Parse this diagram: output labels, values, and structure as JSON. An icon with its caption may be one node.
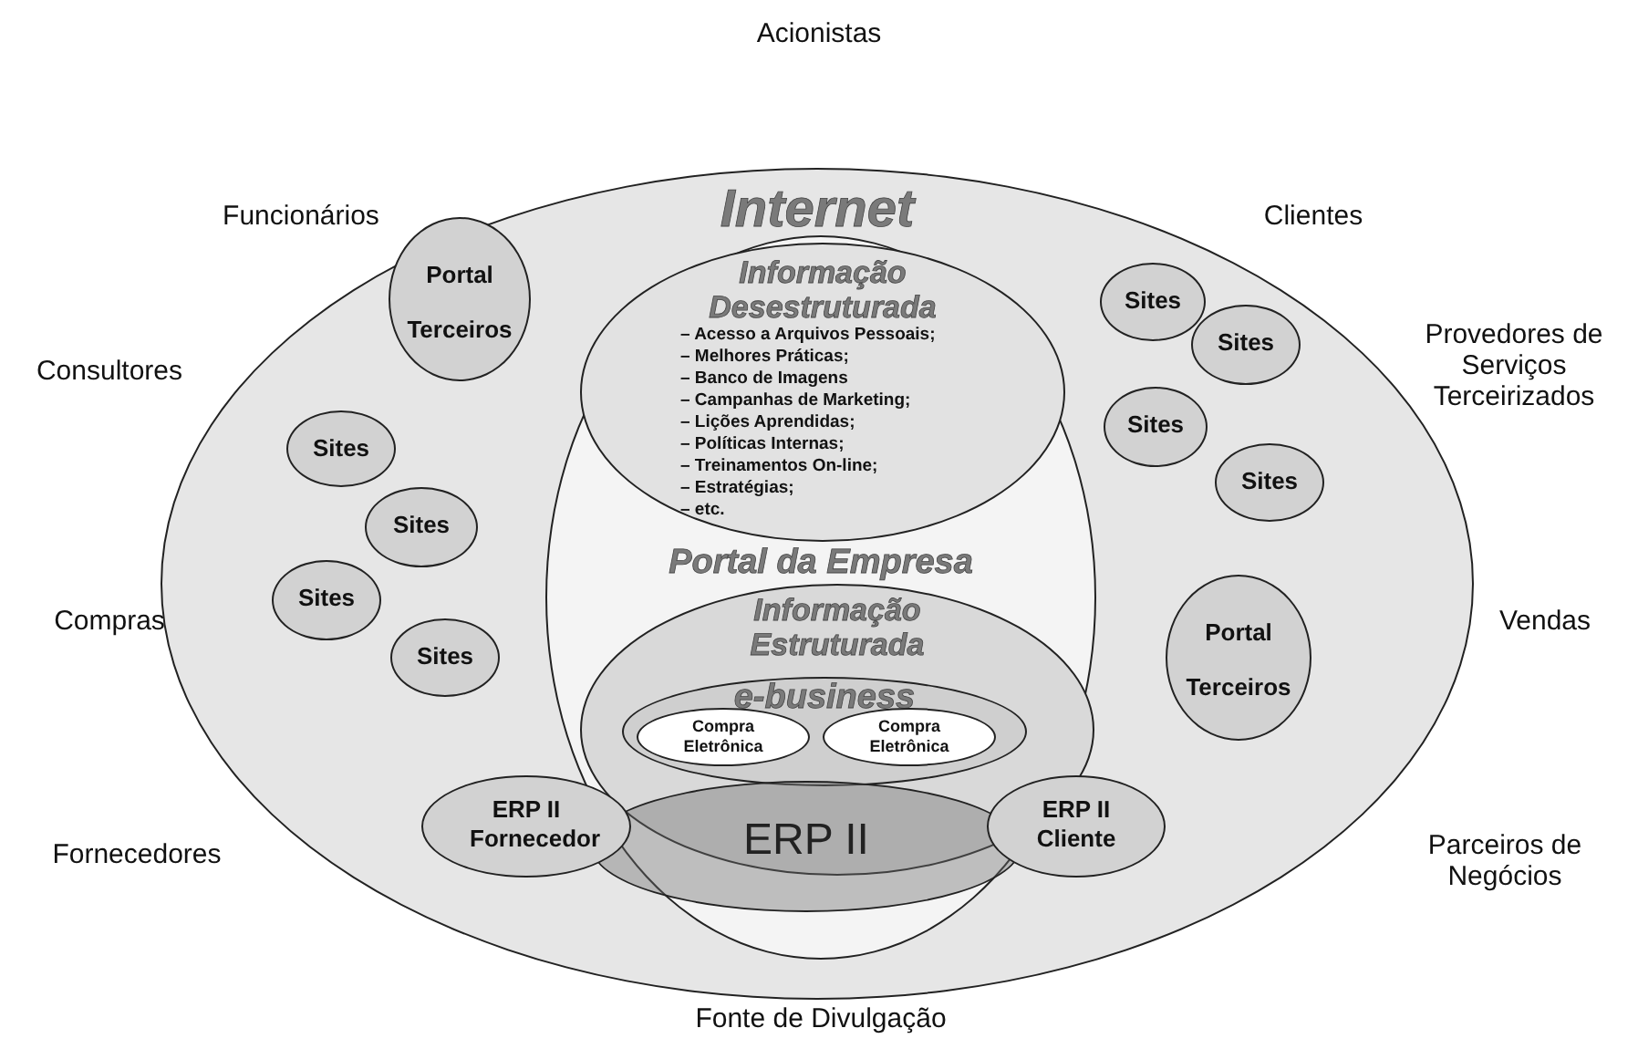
{
  "diagram": {
    "nodes": [
      {
        "text": [
          "Internet"
        ]
      },
      {
        "text": [
          "Portal da Empresa"
        ],
        "in": 0
      },
      {
        "text": [
          "Informação Desestruturada",
          "– Acesso a Arquivos Pessoais;",
          "– Melhores Práticas;",
          "– Banco de Imagens",
          "– Campanhas de Marketing;",
          "– Lições Aprendidas;",
          "– Políticas Internas;",
          "– Treinamentos On-line;",
          "– Estratégias;",
          "– etc."
        ],
        "in": 1
      },
      {
        "text": [
          "Informação Estruturada"
        ],
        "in": 1
      },
      {
        "text": [
          "e-business"
        ],
        "in": 3
      },
      {
        "text": [
          "Compra Eletrônica"
        ],
        "in": 4
      },
      {
        "text": [
          "Compra Eletrônica"
        ],
        "in": 4
      },
      {
        "text": [
          "ERP II"
        ],
        "in": 1
      },
      {
        "text": [
          "Portal Terceiros"
        ],
        "in": 0
      },
      {
        "text": [
          "Sites"
        ],
        "in": 0
      },
      {
        "text": [
          "Sites"
        ],
        "in": 0
      },
      {
        "text": [
          "Sites"
        ],
        "in": 0
      },
      {
        "text": [
          "Sites"
        ],
        "in": 0
      },
      {
        "text": [
          "Sites"
        ],
        "in": 0
      },
      {
        "text": [
          "Sites"
        ],
        "in": 0
      },
      {
        "text": [
          "Sites"
        ],
        "in": 0
      },
      {
        "text": [
          "Sites"
        ],
        "in": 0
      },
      {
        "text": [
          "Portal Terceiros"
        ],
        "in": 0
      },
      {
        "text": [
          "ERP II Fornecedor"
        ],
        "in": 0
      },
      {
        "text": [
          "ERP II Cliente"
        ],
        "in": 0
      }
    ],
    "edges": [],
    "labels": [
      "Acionistas",
      "Funcionários",
      "Clientes",
      "Consultores",
      "Provedores de Serviços Terceirizados",
      "Compras",
      "Vendas",
      "Fornecedores",
      "Parceiros de Negócios",
      "Fonte de Divulgação"
    ]
  }
}
